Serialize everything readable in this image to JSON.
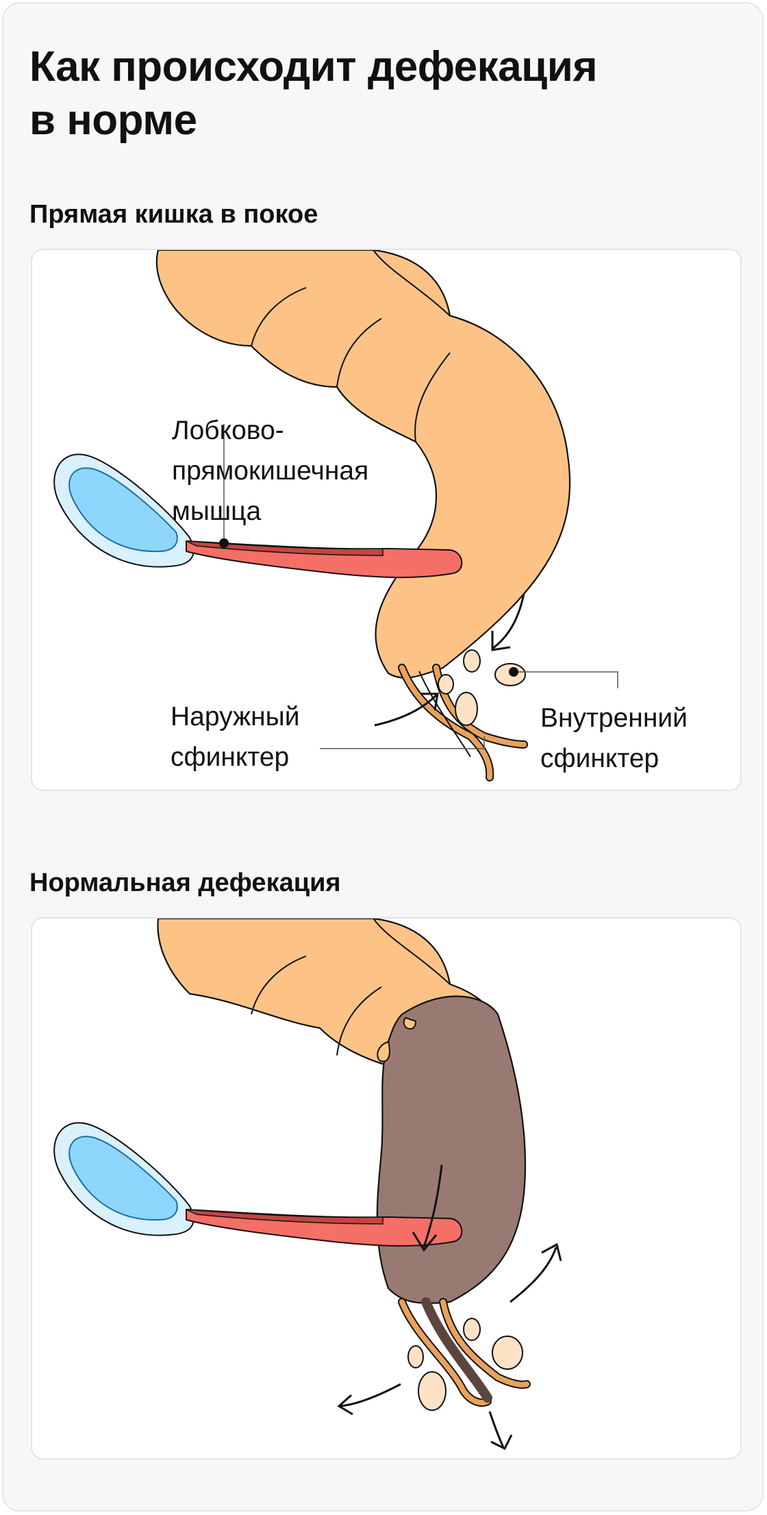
{
  "title": "Как происходит дефекация\nв норме",
  "sections": [
    {
      "heading": "Прямая кишка в покое",
      "labels": {
        "puborectalis": "Лобково-\nпрямокишечная\nмышца",
        "external_sphincter": "Наружный\nсфинктер",
        "internal_sphincter": "Внутренний\nсфинктер"
      }
    },
    {
      "heading": "Нормальная дефекация"
    }
  ],
  "colors": {
    "colon": "#fdc386",
    "muscle": "#f46f66",
    "muscle_dark": "#c4463f",
    "bladder_outer": "#d9f1fd",
    "bladder_inner": "#8fd6fd",
    "sphincter": "#e8a25c",
    "stool": "#987a72",
    "fat": "#fde2c6"
  }
}
